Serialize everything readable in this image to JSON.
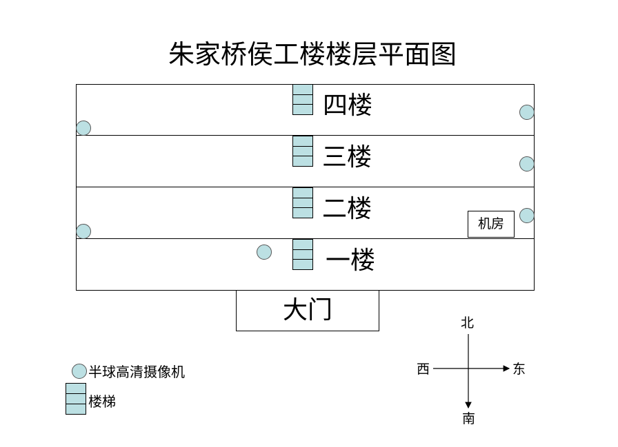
{
  "title": "朱家桥侯工楼楼层平面图",
  "floors": [
    "四楼",
    "三楼",
    "二楼",
    "一楼"
  ],
  "machine_room": "机房",
  "gate": "大门",
  "compass": {
    "north": "北",
    "south": "南",
    "west": "西",
    "east": "东"
  },
  "legend": {
    "camera": "半球高清摄像机",
    "stairs": "楼梯"
  },
  "colors": {
    "fill": "#bce0e3"
  }
}
